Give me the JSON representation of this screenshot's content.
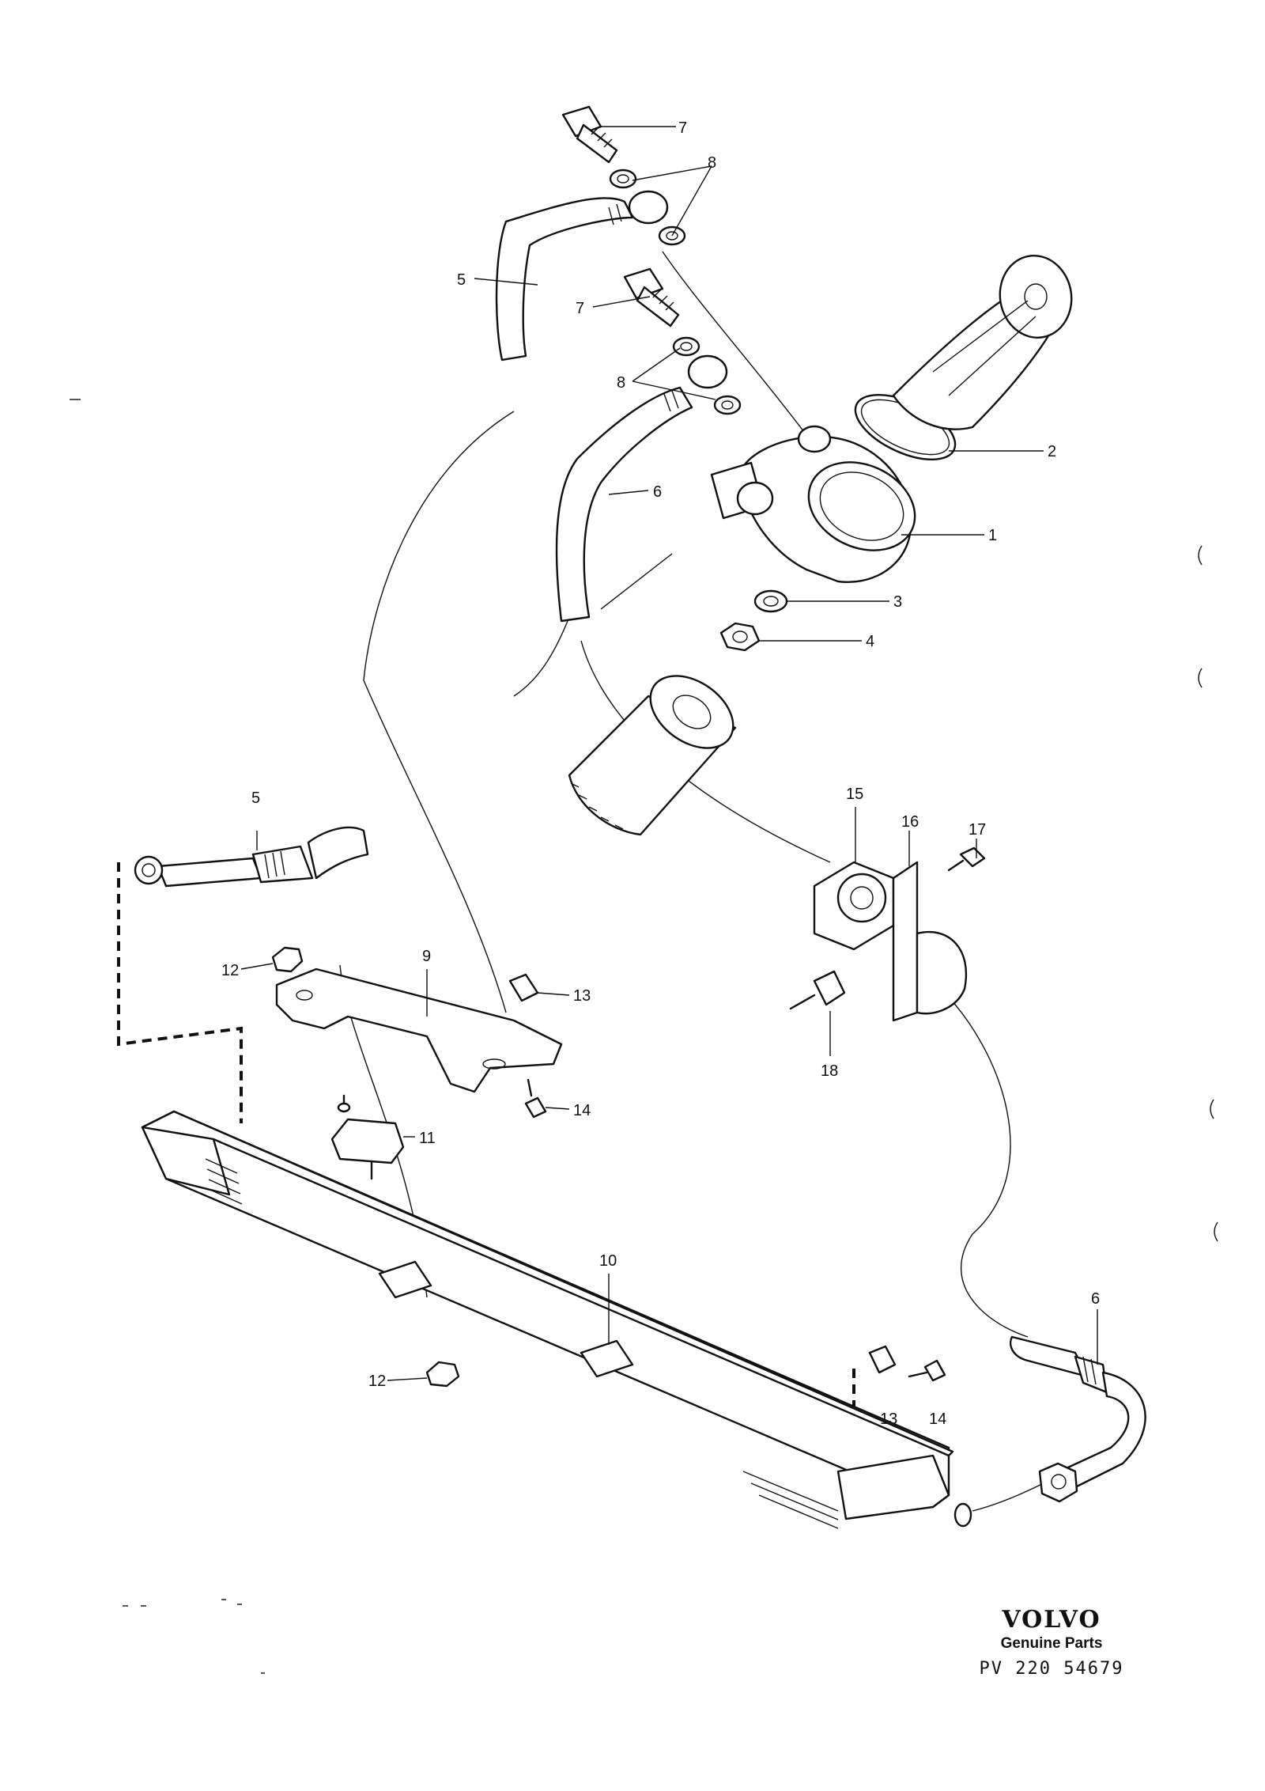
{
  "callouts": [
    "7",
    "8",
    "5",
    "7",
    "8",
    "6",
    "2",
    "1",
    "3",
    "4",
    "15",
    "16",
    "17",
    "5",
    "9",
    "12",
    "13",
    "18",
    "14",
    "11",
    "10",
    "12",
    "13",
    "14",
    "6"
  ],
  "brand": {
    "logo": "VOLVO",
    "subtitle": "Genuine Parts",
    "code": "PV 220 54679"
  }
}
